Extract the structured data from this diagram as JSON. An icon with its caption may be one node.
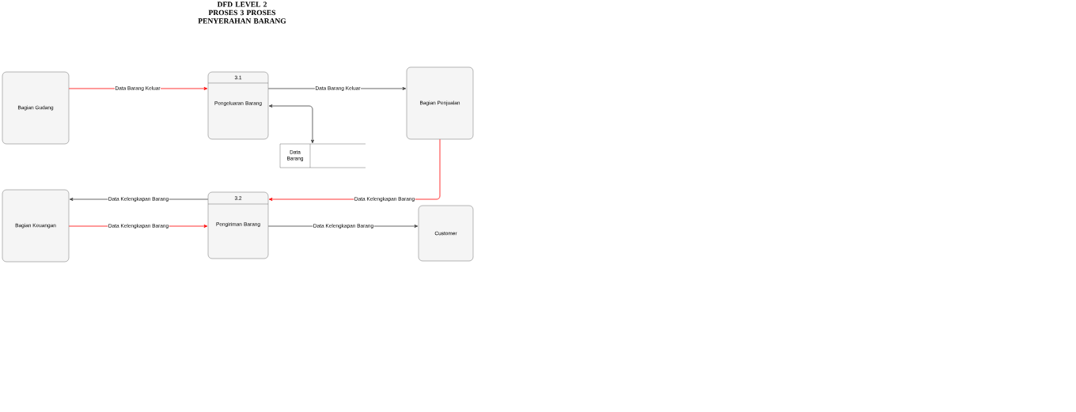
{
  "diagram": {
    "title": "DFD LEVEL 2 PROSES 3 PROSES PENYERAHAN BARANG",
    "nodes": [
      {
        "text": [
          "Bagian Gudang"
        ]
      },
      {
        "text": [
          "3.1",
          "Pengeluaran Barang"
        ]
      },
      {
        "text": [
          "Bagian Penjualan"
        ]
      },
      {
        "text": [
          "Data Barang"
        ]
      },
      {
        "text": [
          "Bagian Keuangan"
        ]
      },
      {
        "text": [
          "3.2",
          "Pengiriman Barang"
        ]
      },
      {
        "text": [
          "Customer"
        ]
      }
    ],
    "edges": [
      {
        "from": 0,
        "to": 1,
        "arrow": "to",
        "label": "Data Barang Keluar",
        "color": "#ff0000"
      },
      {
        "from": 1,
        "to": 2,
        "arrow": "to",
        "label": "Data Barang Keluar"
      },
      {
        "from": 3,
        "to": 1,
        "arrow": "both"
      },
      {
        "from": 2,
        "to": 5,
        "arrow": "to",
        "label": "Data Kelengkapan Barang",
        "color": "#ff0000"
      },
      {
        "from": 5,
        "to": 4,
        "arrow": "to",
        "label": "Data Kelengkapan Barang"
      },
      {
        "from": 4,
        "to": 5,
        "arrow": "to",
        "label": "Data Kelengkapan Barang",
        "color": "#ff0000"
      },
      {
        "from": 5,
        "to": 6,
        "arrow": "to",
        "label": "Data Kelengkapan Barang"
      }
    ]
  }
}
